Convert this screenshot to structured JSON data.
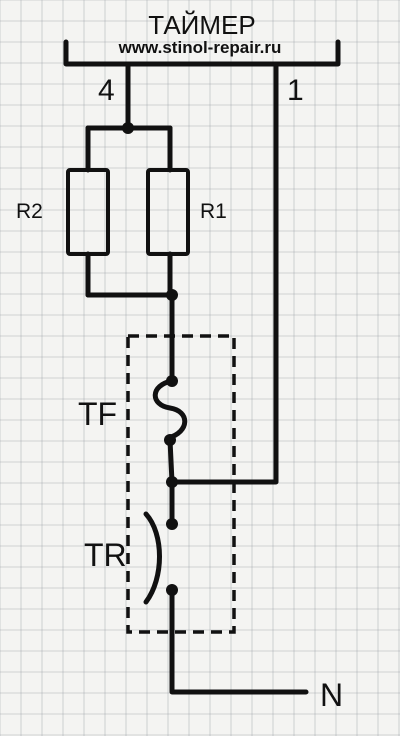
{
  "title": "ТАЙМЕР",
  "website": "www.stinol-repair.ru",
  "terminals": {
    "t4": "4",
    "t1": "1",
    "neutral": "N"
  },
  "components": {
    "r2": "R2",
    "r1": "R1",
    "tf": "TF",
    "tr": "TR"
  }
}
